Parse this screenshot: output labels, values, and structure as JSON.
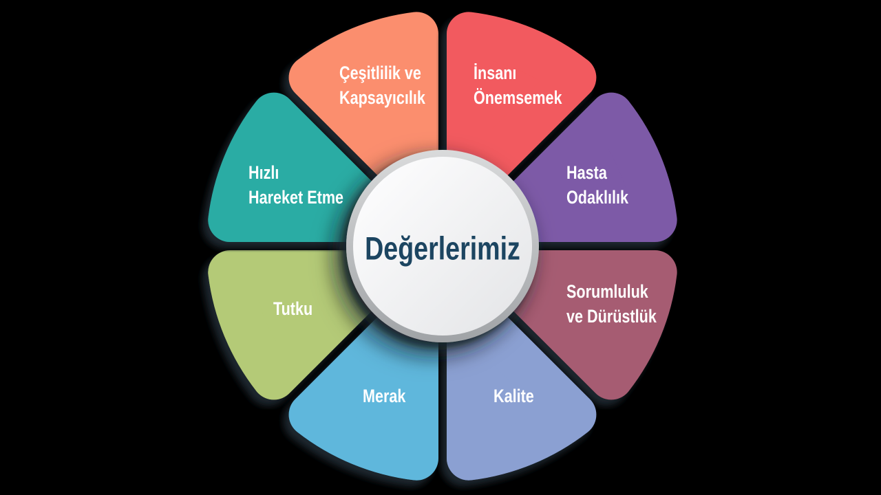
{
  "canvas": {
    "background": "#000000"
  },
  "center": {
    "title": "Değerlerimiz",
    "title_color": "#1c4561",
    "face_color_top": "#fbfbfc",
    "face_color_bottom": "#e7e8ea",
    "rim_color_top": "#d9dadb",
    "rim_color_bottom": "#a0a3a6"
  },
  "label_color": "#ffffff",
  "shadow_color": "#1b262e",
  "wheel": {
    "segments": [
      {
        "id": "cesitlilik",
        "label": "Çeşitlilik ve\nKapsayıcılık",
        "color": "#fb8e6e",
        "start_deg": -135,
        "end_deg": -90
      },
      {
        "id": "insani",
        "label": "İnsanı\nÖnemsemek",
        "color": "#f25a5e",
        "start_deg": -90,
        "end_deg": -45
      },
      {
        "id": "hasta",
        "label": "Hasta\nOdaklılık",
        "color": "#7d5aa7",
        "start_deg": -45,
        "end_deg": 0
      },
      {
        "id": "sorumluluk",
        "label": "Sorumluluk\nve Dürüstlük",
        "color": "#a65c72",
        "start_deg": 0,
        "end_deg": 45
      },
      {
        "id": "kalite",
        "label": "Kalite",
        "color": "#8ba0d2",
        "start_deg": 45,
        "end_deg": 90
      },
      {
        "id": "merak",
        "label": "Merak",
        "color": "#5fb7dc",
        "start_deg": 90,
        "end_deg": 135
      },
      {
        "id": "tutku",
        "label": "Tutku",
        "color": "#b4ca77",
        "start_deg": 135,
        "end_deg": 180
      },
      {
        "id": "hizli",
        "label": "Hızlı\nHareket Etme",
        "color": "#2aaca4",
        "start_deg": 180,
        "end_deg": 225
      }
    ]
  }
}
